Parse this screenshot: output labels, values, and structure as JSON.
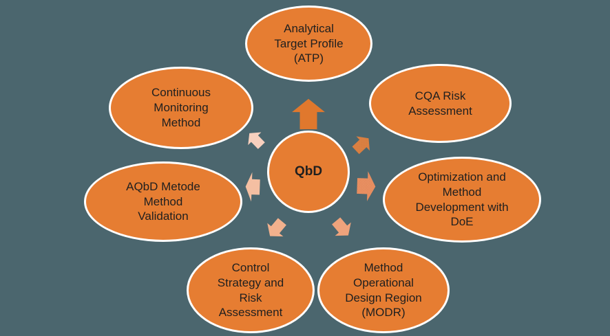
{
  "colors": {
    "background": "#4B666E",
    "node_fill": "#E67D32",
    "node_border": "#FFFFFF",
    "text": "#1F1F1F"
  },
  "center": {
    "label": "QbD"
  },
  "nodes": {
    "atp": {
      "label": "Analytical\nTarget Profile\n(ATP)"
    },
    "cqa": {
      "label": "CQA Risk\nAssessment"
    },
    "doe": {
      "label": "Optimization and\nMethod\nDevelopment with\nDoE"
    },
    "modr": {
      "label": "Method\nOperational\nDesign Region\n(MODR)"
    },
    "control": {
      "label": "Control\nStrategy and\nRisk\nAssessment"
    },
    "aqbd": {
      "label": "AQbD Metode\nMethod\nValidation"
    },
    "continuous": {
      "label": "Continuous\nMonitoring\nMethod"
    }
  },
  "arrows": [
    {
      "name": "arrow-to-atp",
      "color": "#E0782D"
    },
    {
      "name": "arrow-to-cqa",
      "color": "#DC8244"
    },
    {
      "name": "arrow-to-doe",
      "color": "#EA9266"
    },
    {
      "name": "arrow-to-modr",
      "color": "#EFA37C"
    },
    {
      "name": "arrow-to-control",
      "color": "#F2B18D"
    },
    {
      "name": "arrow-to-aqbd",
      "color": "#F4BFA2"
    },
    {
      "name": "arrow-to-continuous",
      "color": "#F8D0BE"
    }
  ]
}
